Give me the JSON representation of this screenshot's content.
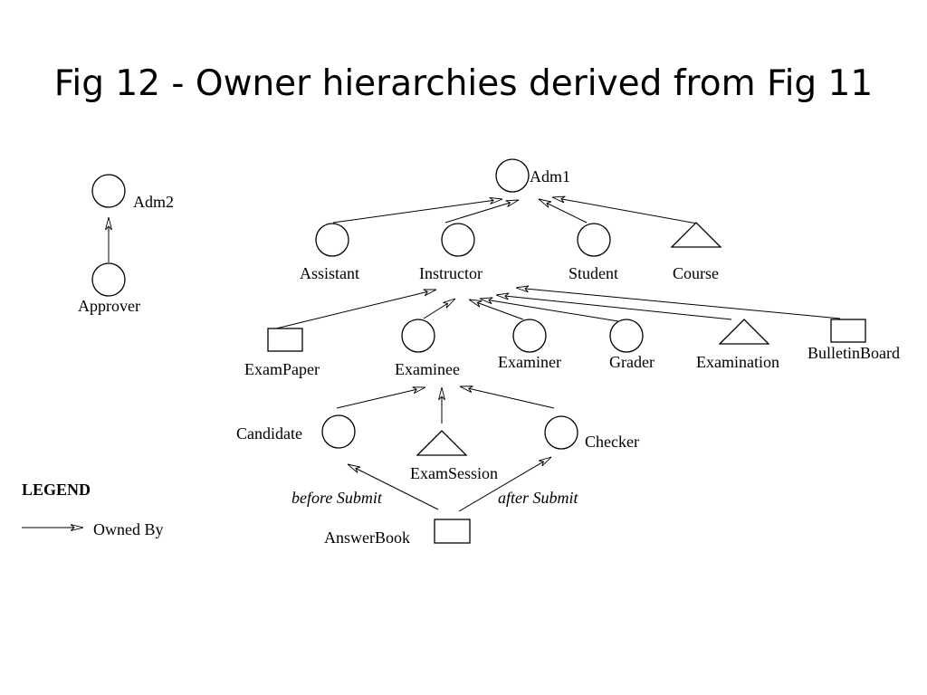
{
  "title": "Fig 12 - Owner hierarchies derived from Fig 11",
  "nodes": {
    "adm1": "Adm1",
    "adm2": "Adm2",
    "approver": "Approver",
    "assistant": "Assistant",
    "instructor": "Instructor",
    "student": "Student",
    "course": "Course",
    "exampaper": "ExamPaper",
    "examinee": "Examinee",
    "examiner": "Examiner",
    "grader": "Grader",
    "examination": "Examination",
    "bulletinboard": "BulletinBoard",
    "candidate": "Candidate",
    "examsession": "ExamSession",
    "checker": "Checker",
    "answerbook": "AnswerBook"
  },
  "edge_labels": {
    "before_submit": "before Submit",
    "after_submit": "after Submit"
  },
  "legend": {
    "heading": "LEGEND",
    "owned_by": "Owned By"
  }
}
